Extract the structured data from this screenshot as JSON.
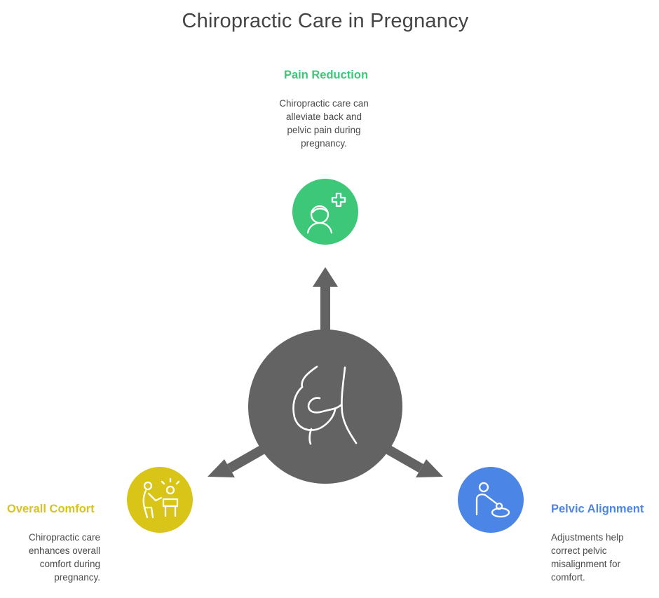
{
  "title": "Chiropractic Care in Pregnancy",
  "colors": {
    "hub": "#636363",
    "arrow": "#636363",
    "pain": "#3cc878",
    "comfort": "#d9c418",
    "pelvic": "#4b86e6",
    "text": "#4a4a4a"
  },
  "center": {
    "icon": "pregnant-woman-icon"
  },
  "nodes": {
    "pain": {
      "heading": "Pain Reduction",
      "description": "Chiropractic care can\nalleviate back and\npelvic pain during\npregnancy.",
      "icon": "patient-health-icon"
    },
    "comfort": {
      "heading": "Overall Comfort",
      "description": "Chiropractic care\nenhances overall\ncomfort during\npregnancy.",
      "icon": "caregiver-icon"
    },
    "pelvic": {
      "heading": "Pelvic Alignment",
      "description": "Adjustments help\ncorrect pelvic\nmisalignment for\ncomfort.",
      "icon": "adjustment-icon"
    }
  }
}
